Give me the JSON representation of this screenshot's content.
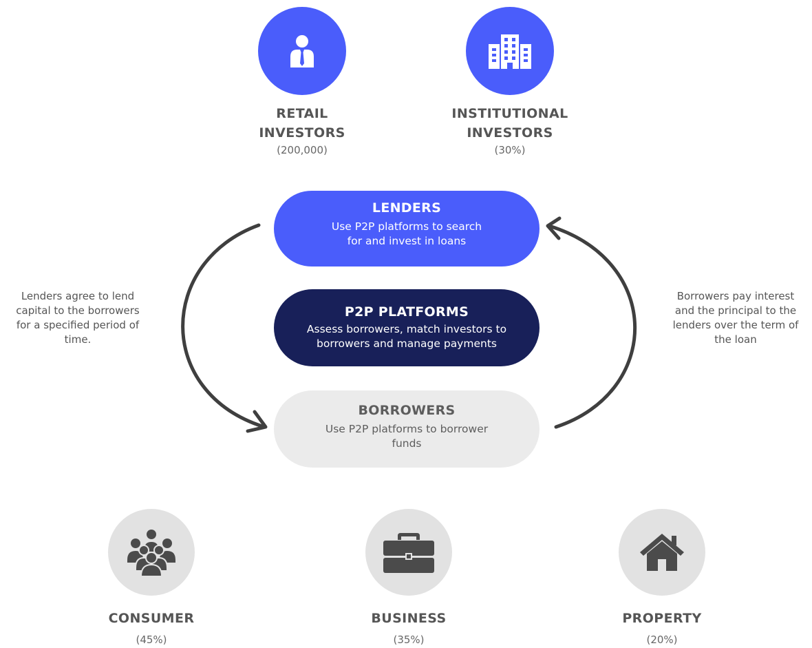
{
  "investors": [
    {
      "title_line1": "RETAIL",
      "title_line2": "INVESTORS",
      "value": "(200,000)",
      "icon": "investor-person-icon",
      "color": "#4a5dfb"
    },
    {
      "title_line1": "INSTITUTIONAL",
      "title_line2": "INVESTORS",
      "value": "(30%)",
      "icon": "office-building-icon",
      "color": "#4a5dfb"
    }
  ],
  "lenders": {
    "title": "LENDERS",
    "text_line1": "Use P2P platforms to search",
    "text_line2": "for and invest in loans",
    "color": "#4a5dfb"
  },
  "platforms": {
    "title": "P2P PLATFORMS",
    "text_line1": "Assess borrowers, match investors to",
    "text_line2": "borrowers and manage payments",
    "color": "#182059"
  },
  "borrowers": {
    "title": "BORROWERS",
    "text_line1": "Use P2P platforms to borrower",
    "text_line2": "funds",
    "color": "#ebebeb"
  },
  "left_note": {
    "line1": "Lenders agree to lend",
    "line2": "capital to the borrowers",
    "line3": "for a specified period of",
    "line4": "time."
  },
  "right_note": {
    "line1": "Borrowers pay interest",
    "line2": "and the principal to the",
    "line3": "lenders over the term of",
    "line4": "the loan"
  },
  "loan_types": [
    {
      "title": "CONSUMER",
      "value": "(45%)",
      "icon": "people-group-icon"
    },
    {
      "title": "BUSINESS",
      "value": "(35%)",
      "icon": "briefcase-icon"
    },
    {
      "title": "PROPERTY",
      "value": "(20%)",
      "icon": "house-icon"
    }
  ]
}
